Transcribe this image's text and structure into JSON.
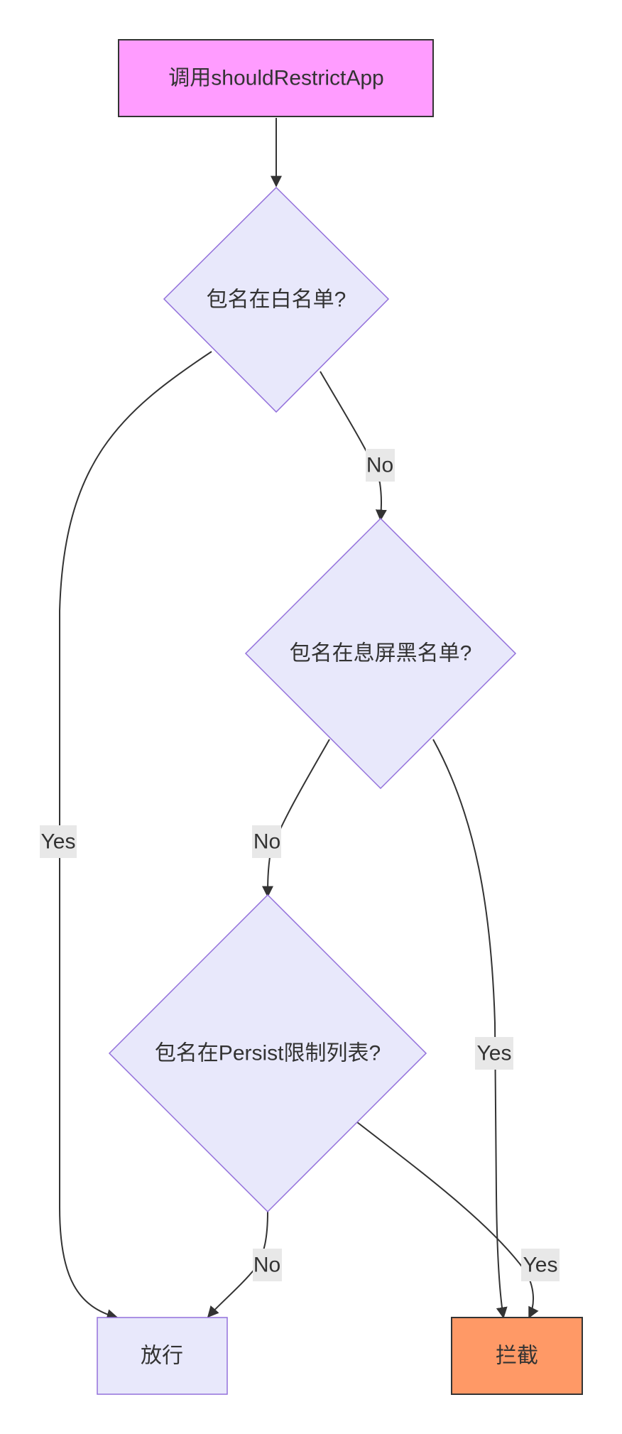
{
  "diagram": {
    "type": "flowchart",
    "nodes": {
      "start": {
        "label": "调用shouldRestrictApp",
        "shape": "rect",
        "color": "#ff9cff"
      },
      "check_whitelist": {
        "label": "包名在白名单?",
        "shape": "diamond",
        "color": "#e8e8fb"
      },
      "check_screen_off_blacklist": {
        "label": "包名在息屏黑名单?",
        "shape": "diamond",
        "color": "#e8e8fb"
      },
      "check_persist_list": {
        "label": "包名在Persist限制列表?",
        "shape": "diamond",
        "color": "#e8e8fb"
      },
      "allow": {
        "label": "放行",
        "shape": "rect",
        "color": "#e8e8fb"
      },
      "block": {
        "label": "拦截",
        "shape": "rect",
        "color": "#ff9966"
      }
    },
    "edges": {
      "whitelist_no": {
        "from": "check_whitelist",
        "to": "check_screen_off_blacklist",
        "label": "No"
      },
      "whitelist_yes": {
        "from": "check_whitelist",
        "to": "allow",
        "label": "Yes"
      },
      "blacklist_no": {
        "from": "check_screen_off_blacklist",
        "to": "check_persist_list",
        "label": "No"
      },
      "blacklist_yes": {
        "from": "check_screen_off_blacklist",
        "to": "block",
        "label": "Yes"
      },
      "persist_no": {
        "from": "check_persist_list",
        "to": "allow",
        "label": "No"
      },
      "persist_yes": {
        "from": "check_persist_list",
        "to": "block",
        "label": "Yes"
      }
    },
    "colors": {
      "decision_border": "#9370db",
      "edge": "#333333",
      "edge_label_bg": "#e8e8e8",
      "text": "#333333"
    }
  }
}
